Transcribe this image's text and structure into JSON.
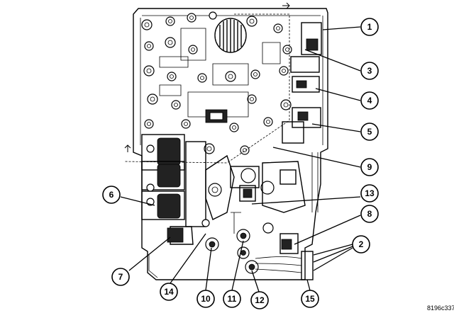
{
  "callouts": [
    {
      "id": "c1",
      "label": "1"
    },
    {
      "id": "c2",
      "label": "2"
    },
    {
      "id": "c3",
      "label": "3"
    },
    {
      "id": "c4",
      "label": "4"
    },
    {
      "id": "c5",
      "label": "5"
    },
    {
      "id": "c6",
      "label": "6"
    },
    {
      "id": "c7",
      "label": "7"
    },
    {
      "id": "c8",
      "label": "8"
    },
    {
      "id": "c9",
      "label": "9"
    },
    {
      "id": "c10",
      "label": "10"
    },
    {
      "id": "c11",
      "label": "11"
    },
    {
      "id": "c12",
      "label": "12"
    },
    {
      "id": "c13",
      "label": "13"
    },
    {
      "id": "c14",
      "label": "14"
    },
    {
      "id": "c15",
      "label": "15"
    }
  ],
  "figure_code": "8196c337"
}
